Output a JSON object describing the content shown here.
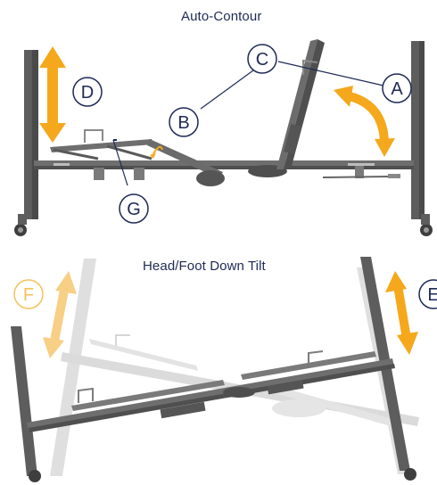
{
  "diagram": {
    "title_top": "Auto-Contour",
    "title_bottom": "Head/Foot Down Tilt",
    "labels": {
      "a": "A",
      "b": "B",
      "c": "C",
      "d": "D",
      "e": "E",
      "f": "F",
      "g": "G"
    }
  },
  "colors": {
    "arrow": "#f5a81c",
    "arrow_faded": "#f7cf85",
    "label_ring": "#1e2a55",
    "frame": "#6b6b6b",
    "frame_faded": "#d6d6d6"
  }
}
